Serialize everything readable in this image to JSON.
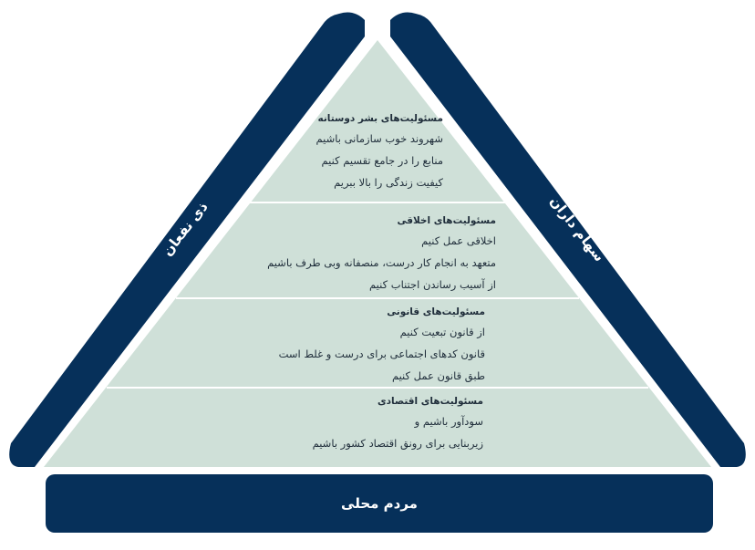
{
  "colors": {
    "navy": "#06305a",
    "fill": "#cfe0d8",
    "divider": "#ffffff"
  },
  "left_band": {
    "label": "ذی نفعان"
  },
  "right_band": {
    "label": "سهام داران"
  },
  "base": {
    "label": "مردم محلی"
  },
  "tiers": [
    {
      "title": "مسئولیت‌های بشر دوستانه",
      "items": [
        "شهروند خوب سازمانی باشیم",
        "منابع را در جامع تقسیم کنیم",
        "کیفیت زندگی را بالا ببریم"
      ]
    },
    {
      "title": "مسئولیت‌های اخلاقی",
      "items": [
        "اخلاقی عمل کنیم",
        "متعهد به انجام کار درست، منصفانه وبی طرف باشیم",
        "از آسیب رساندن اجتناب کنیم"
      ]
    },
    {
      "title": "مسئولیت‌های قانونی",
      "items": [
        "از قانون تبعیت کنیم",
        "قانون کدهای اجتماعی برای درست و غلط است",
        "طبق قانون عمل کنیم"
      ]
    },
    {
      "title": "مسئولیت‌های اقتصادی",
      "items": [
        "سودآور باشیم و",
        "زیربنایی برای رونق اقتصاد کشور باشیم"
      ]
    }
  ]
}
